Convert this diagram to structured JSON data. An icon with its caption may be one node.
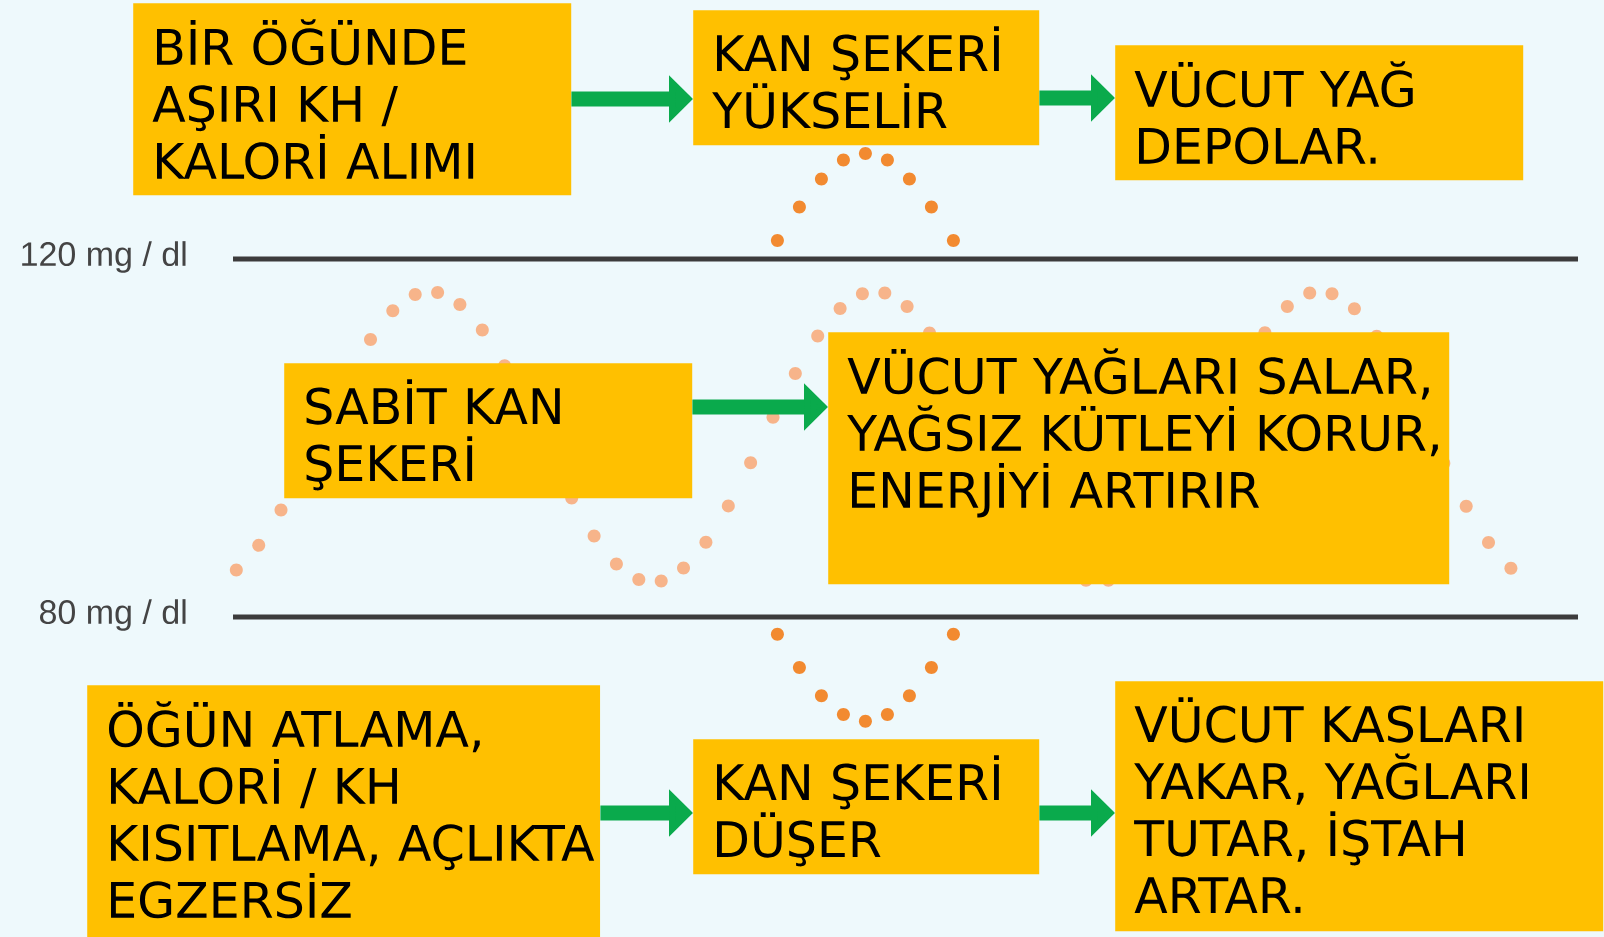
{
  "diagram": {
    "nodes": [
      {
        "text": [
          "BİR ÖĞÜNDE AŞIRI KH / KALORİ ALIMI"
        ]
      },
      {
        "text": [
          "KAN ŞEKERİ YÜKSELİR"
        ]
      },
      {
        "text": [
          "VÜCUT YAĞ DEPOLAR."
        ]
      },
      {
        "text": [
          "SABİT KAN ŞEKERİ"
        ]
      },
      {
        "text": [
          "VÜCUT YAĞLARI SALAR, YAĞSIZ KÜTLEYİ KORUR, ENERJİYİ ARTIRIR"
        ]
      },
      {
        "text": [
          "ÖĞÜN ATLAMA, KALORİ / KH KISITLAMA, AÇLIKTA EGZERSİZ"
        ]
      },
      {
        "text": [
          "KAN ŞEKERİ DÜŞER"
        ]
      },
      {
        "text": [
          "VÜCUT KASLARI YAKAR, YAĞLARI TUTAR, İŞTAH ARTAR."
        ]
      }
    ],
    "edges": [
      {
        "from": 0,
        "to": 1,
        "arrow": "to",
        "color": "#0aaa4c"
      },
      {
        "from": 1,
        "to": 2,
        "arrow": "to",
        "color": "#0aaa4c"
      },
      {
        "from": 3,
        "to": 4,
        "arrow": "to",
        "color": "#0aaa4c"
      },
      {
        "from": 5,
        "to": 6,
        "arrow": "to",
        "color": "#0aaa4c"
      },
      {
        "from": 6,
        "to": 7,
        "arrow": "to",
        "color": "#0aaa4c"
      }
    ],
    "labels": [
      "120 mg / dl",
      "80 mg / dl"
    ]
  }
}
